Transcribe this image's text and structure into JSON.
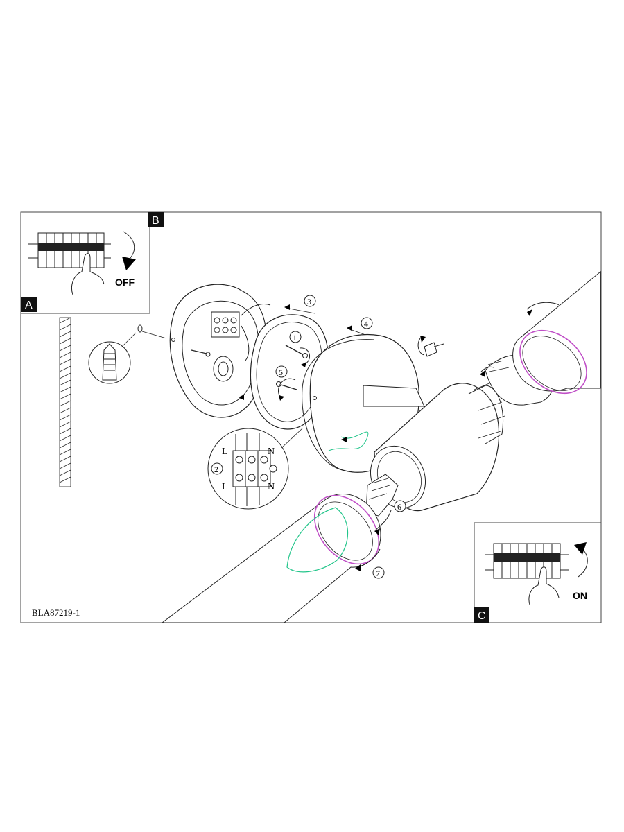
{
  "document": {
    "code": "BLA87219-1"
  },
  "panels": {
    "a": {
      "letter": "A"
    },
    "b": {
      "letter": "B",
      "switch_state": "OFF"
    },
    "c": {
      "letter": "C",
      "switch_state": "ON"
    }
  },
  "steps": [
    "1",
    "2",
    "3",
    "4",
    "5",
    "6",
    "7"
  ],
  "wiring": {
    "top_left": "L",
    "top_right": "N",
    "bottom_left": "L",
    "bottom_right": "N"
  },
  "colors": {
    "line": "#222222",
    "bulb_outline": "#22c58a",
    "seal_ring": "#c04fc7",
    "label_box": "#111111"
  }
}
